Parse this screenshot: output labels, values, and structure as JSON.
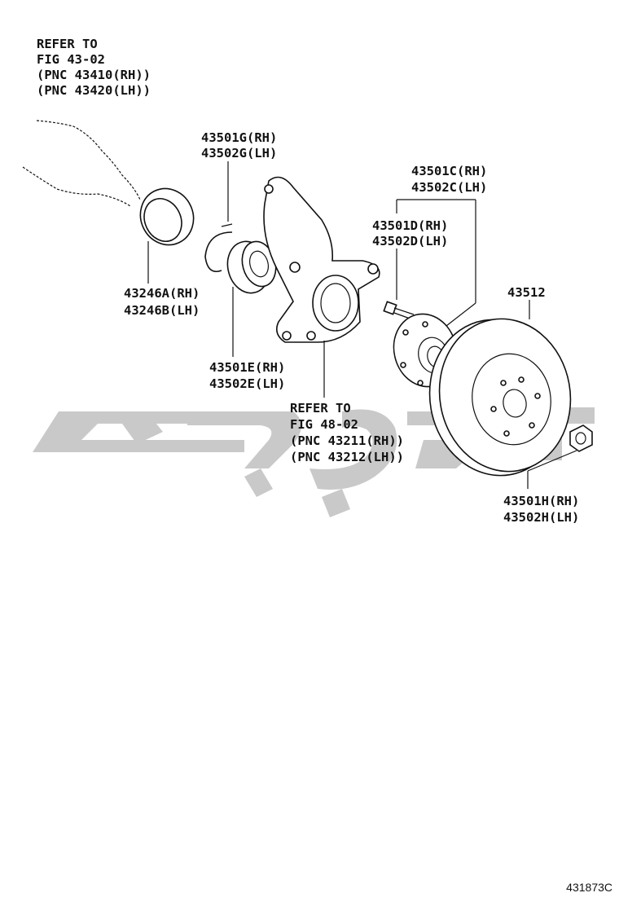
{
  "callouts": {
    "refer_driveshaft": [
      "REFER TO",
      "FIG 43-02",
      "(PNC 43410(RH))",
      "(PNC 43420(LH))"
    ],
    "snap_ring": [
      "43501G(RH)",
      "43502G(LH)"
    ],
    "dust_deflector": [
      "43246A(RH)",
      "43246B(LH)"
    ],
    "bearing": [
      "43501E(RH)",
      "43502E(LH)"
    ],
    "refer_knuckle": [
      "REFER TO",
      "FIG 48-02",
      "(PNC 43211(RH))",
      "(PNC 43212(LH))"
    ],
    "hub": [
      "43501C(RH)",
      "43502C(LH)"
    ],
    "hub_bolt": [
      "43501D(RH)",
      "43502D(LH)"
    ],
    "disc": "43512",
    "hub_nut": [
      "43501H(RH)",
      "43502H(LH)"
    ]
  },
  "figure_id": "431873C",
  "colors": {
    "ink": "#111111",
    "watermark": "#c9c9c9"
  }
}
